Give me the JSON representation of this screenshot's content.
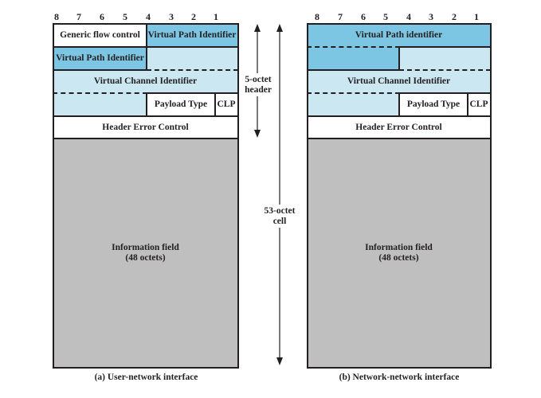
{
  "bit_numbers": [
    "8",
    "7",
    "6",
    "5",
    "4",
    "3",
    "2",
    "1"
  ],
  "uni": {
    "generic_flow_control": "Generic flow control",
    "vpi_high": "Virtual Path Identifier",
    "vpi_low": "Virtual Path Identifier",
    "vci": "Virtual Channel Identifier",
    "payload_type": "Payload Type",
    "clp": "CLP",
    "hec": "Header Error Control",
    "info_line1": "Information field",
    "info_line2": "(48 octets)",
    "caption": "(a) User-network interface"
  },
  "nni": {
    "vpi": "Virtual Path identifier",
    "vci": "Virtual Channel Identifier",
    "payload_type": "Payload Type",
    "clp": "CLP",
    "hec": "Header Error Control",
    "info_line1": "Information field",
    "info_line2": "(48 octets)",
    "caption": "(b) Network-network interface"
  },
  "annotations": {
    "header_line1": "5-octet",
    "header_line2": "header",
    "cell_line1": "53-octet",
    "cell_line2": "cell"
  },
  "colors": {
    "dark_blue": "#7dc6e3",
    "light_blue": "#cbe8f2",
    "gray": "#bfbfbf"
  }
}
